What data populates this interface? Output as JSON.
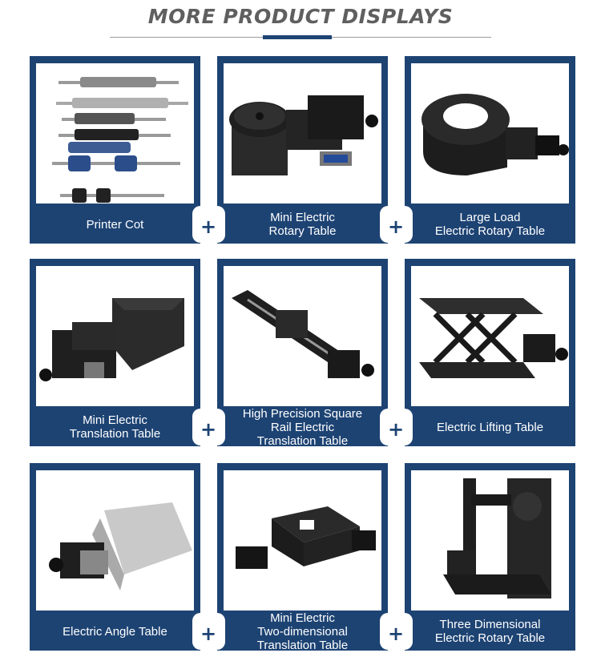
{
  "header": {
    "title": "MORE PRODUCT DISPLAYS"
  },
  "products": [
    {
      "label": "Printer Cot",
      "image_icon": "printer-rollers-icon"
    },
    {
      "label": "Mini Electric\nRotary Table",
      "image_icon": "rotary-stage-icon"
    },
    {
      "label": "Large Load\nElectric Rotary Table",
      "image_icon": "large-rotary-stage-icon"
    },
    {
      "label": "Mini Electric\nTranslation Table",
      "image_icon": "translation-stage-icon"
    },
    {
      "label": "High Precision Square\nRail Electric\nTranslation Table",
      "image_icon": "linear-rail-stage-icon"
    },
    {
      "label": "Electric Lifting Table",
      "image_icon": "scissor-lift-icon"
    },
    {
      "label": "Electric Angle Table",
      "image_icon": "goniometer-stage-icon"
    },
    {
      "label": "Mini Electric\nTwo-dimensional\nTranslation Table",
      "image_icon": "xy-stage-icon"
    },
    {
      "label": "Three Dimensional\nElectric Rotary Table",
      "image_icon": "gimbal-rotary-icon"
    }
  ],
  "separator_symbol": "+",
  "colors": {
    "accent": "#1d4373",
    "title": "#5f5f5f",
    "background": "#ffffff"
  }
}
